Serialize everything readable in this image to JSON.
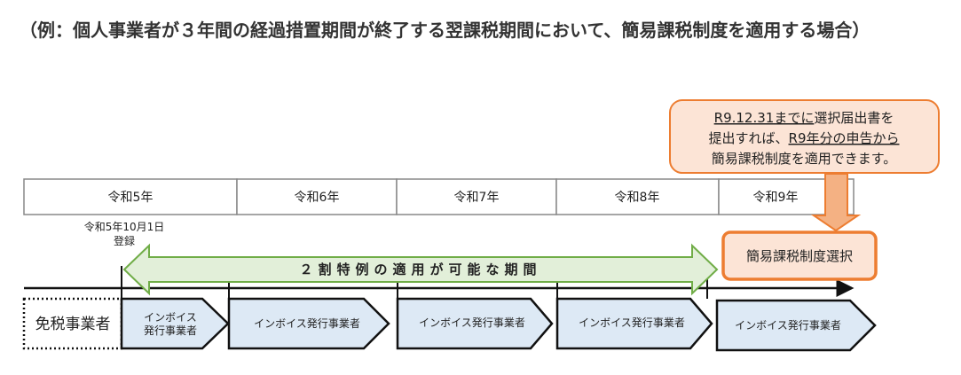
{
  "heading": "（例：個人事業者が３年間の経過措置期間が終了する翌課税期間において、簡易課税制度を適用する場合）",
  "years": [
    "令和5年",
    "令和6年",
    "令和7年",
    "令和8年",
    "令和9年"
  ],
  "registration": {
    "date": "令和5年10月1日",
    "label": "登録"
  },
  "special_period_label": "２割特例の適用が可能な期間",
  "exempt_label": "免税事業者",
  "invoice_first": [
    "インボイス",
    "発行事業者"
  ],
  "invoice_label": "インボイス発行事業者",
  "callout": {
    "line1_underlined": "R9.12.31までに",
    "line1_rest": "選択届出書を",
    "line2_prefix": "提出すれば、",
    "line2_underlined": "R9年分の申告から",
    "line3": "簡易課税制度を適用できます。"
  },
  "selection_label": "簡易課税制度選択",
  "colors": {
    "orange": "#ed7d31",
    "orange_fill": "#fce4d6",
    "green": "#70ad47",
    "green_fill": "#e2efd9",
    "blue_fill": "#dde9f5"
  }
}
